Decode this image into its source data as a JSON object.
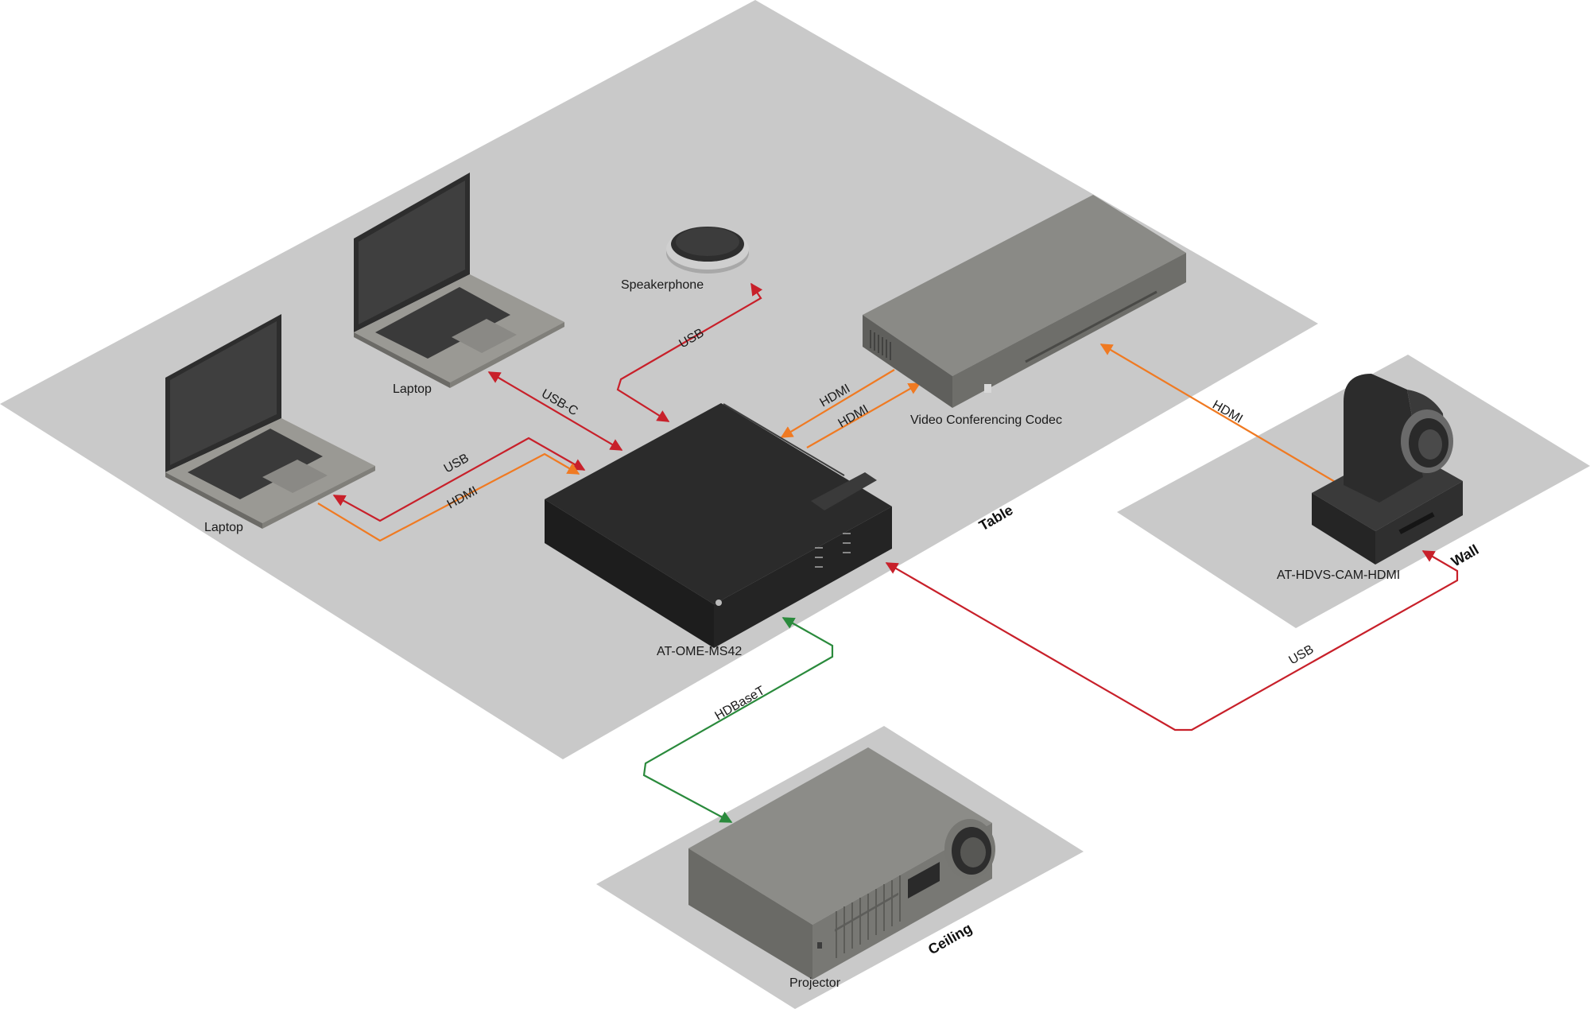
{
  "zones": {
    "table": "Table",
    "wall": "Wall",
    "ceiling": "Ceiling"
  },
  "devices": {
    "laptop_left": "Laptop",
    "laptop_top": "Laptop",
    "speakerphone": "Speakerphone",
    "codec": "Video Conferencing Codec",
    "switcher": "AT-OME-MS42",
    "camera": "AT-HDVS-CAM-HDMI",
    "projector": "Projector"
  },
  "cables": {
    "laptop_left_usb": "USB",
    "laptop_left_hdmi": "HDMI",
    "laptop_top_usbc": "USB-C",
    "speakerphone_usb": "USB",
    "codec_hdmi_in": "HDMI",
    "codec_hdmi_out": "HDMI",
    "camera_hdmi": "HDMI",
    "camera_usb": "USB",
    "projector_hdbaset": "HDBaseT"
  },
  "colors": {
    "usb": "#c8202a",
    "hdmi": "#f07a22",
    "hdbaset": "#2a8a3c",
    "floor": "#c9c9c9"
  }
}
